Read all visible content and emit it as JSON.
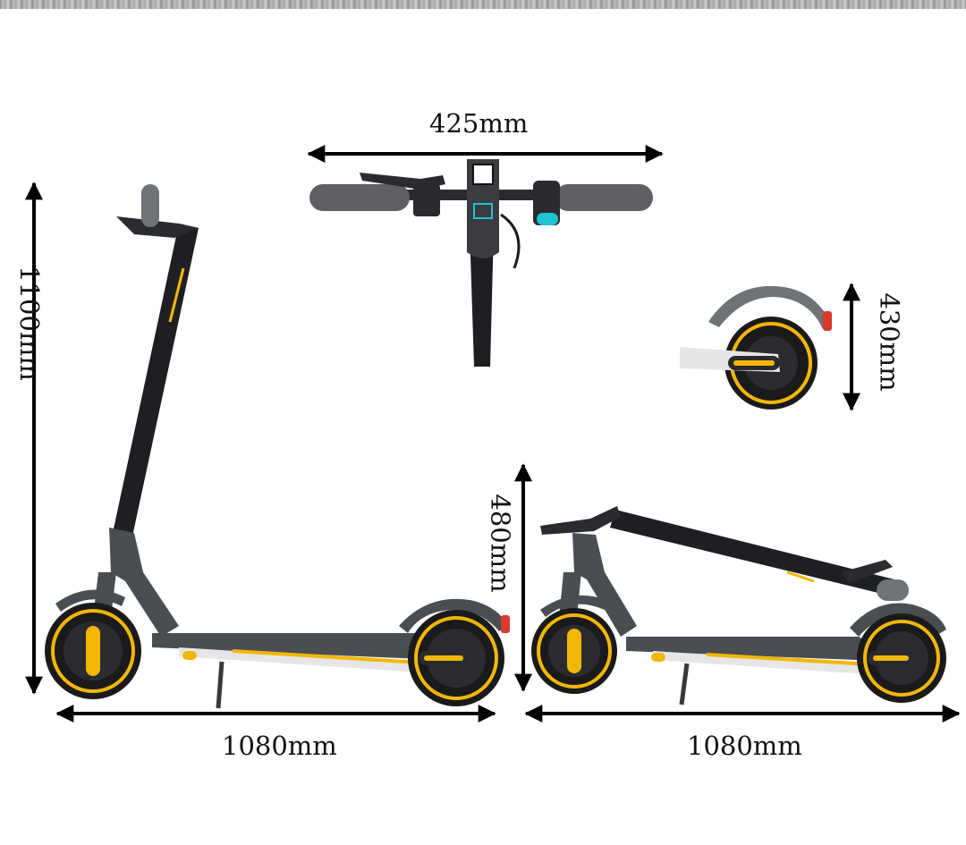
{
  "dimensions": {
    "handlebar_width": "425mm",
    "total_height": "1100mm",
    "wheel_diameter": "430mm",
    "folded_height": "480mm",
    "length_unfolded": "1080mm",
    "length_folded": "1080mm"
  },
  "colors": {
    "accent_yellow": "#f2b705",
    "frame_dark": "#1e1f22",
    "deck_gray": "#4a4d52",
    "tire_dark": "#1a1a1a",
    "grip_gray": "#5e6064",
    "display_teal": "#1fc2d3",
    "tail_light": "#d83a2e",
    "arrow_black": "#000000"
  }
}
